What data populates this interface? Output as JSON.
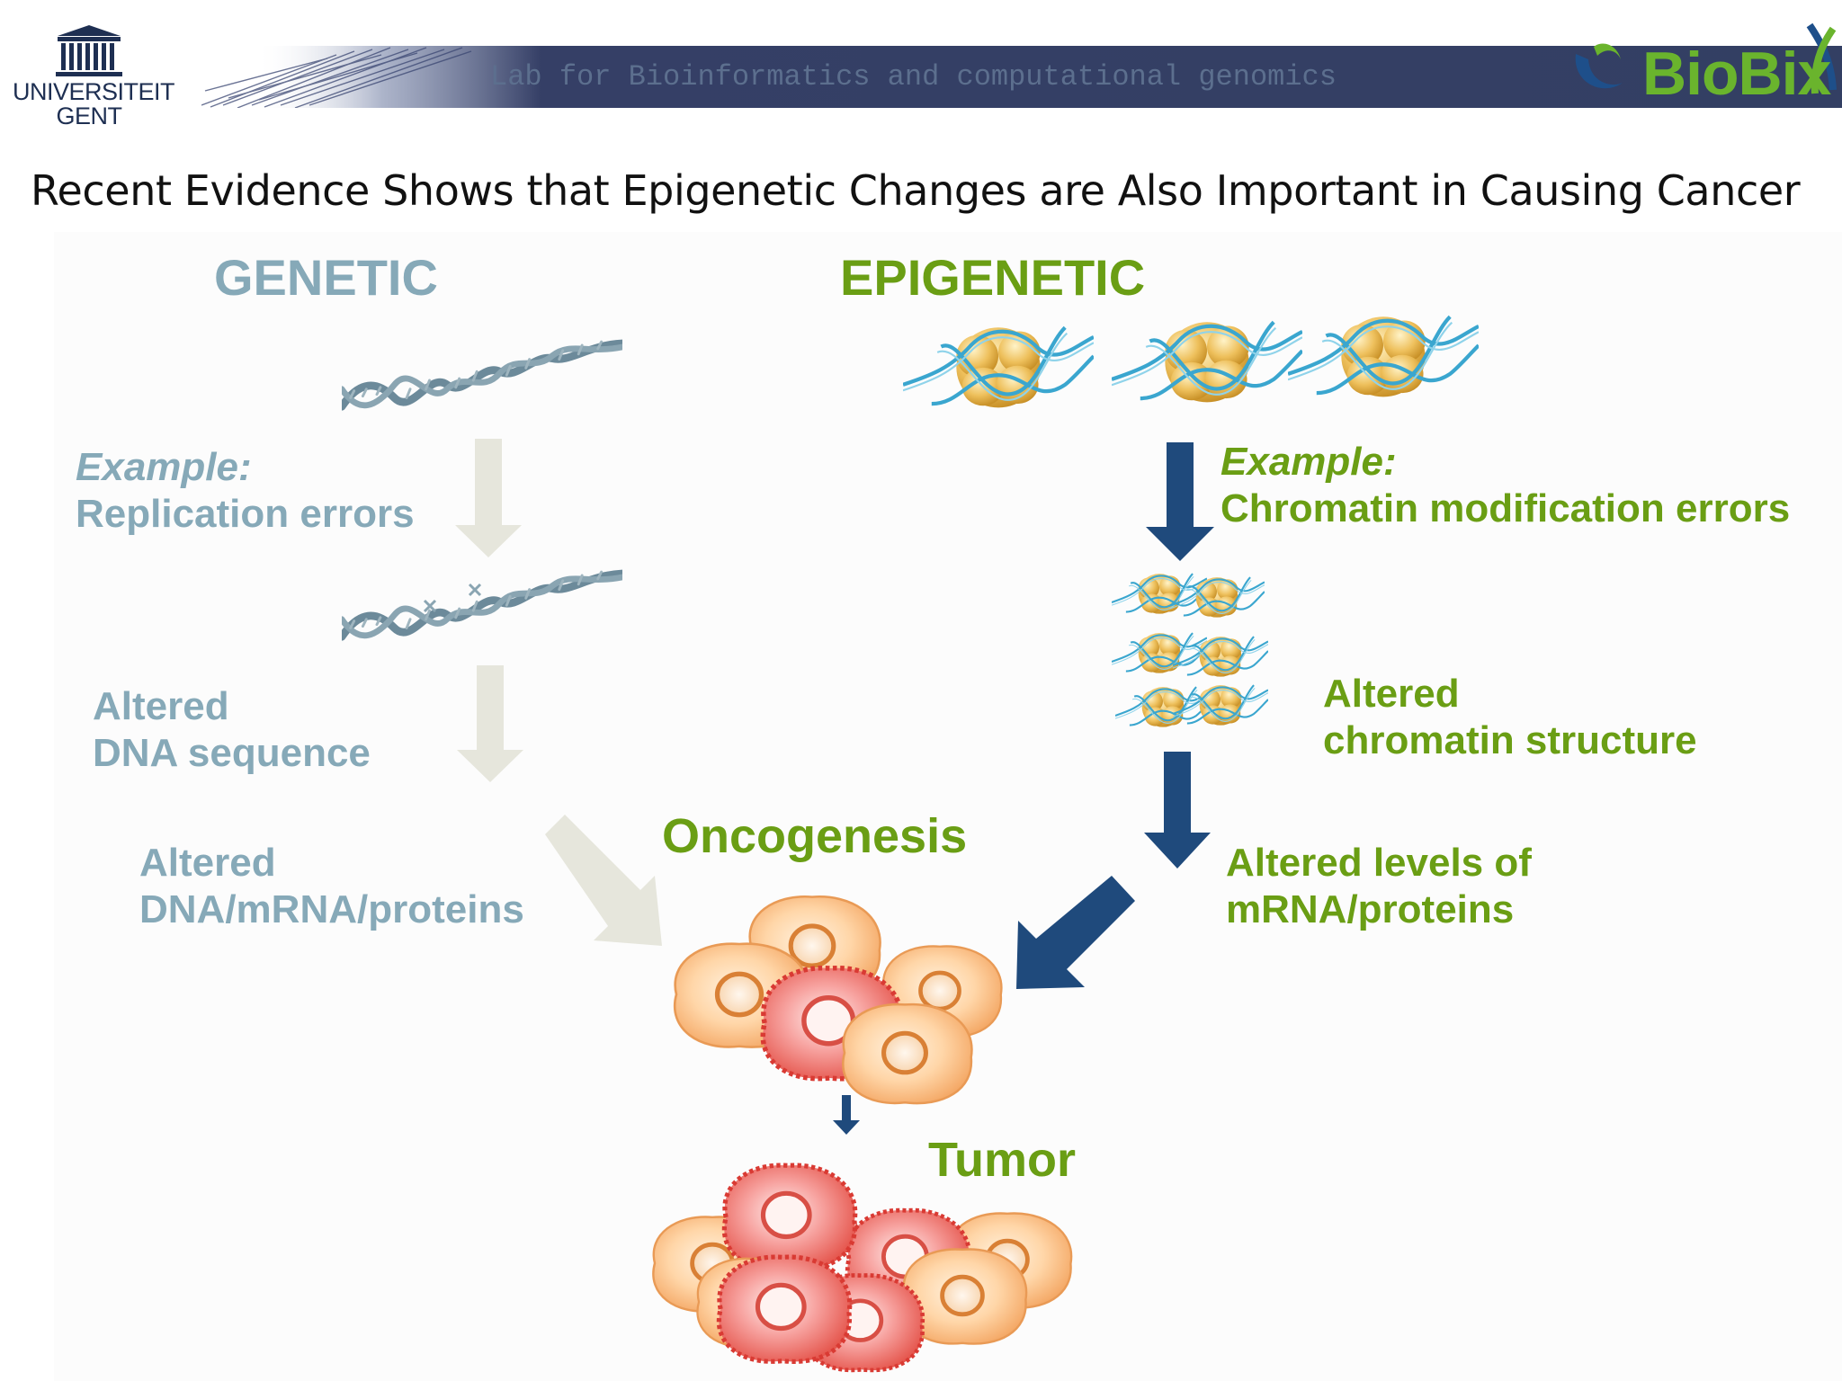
{
  "header": {
    "university_line1": "UNIVERSITEIT",
    "university_line2": "GENT",
    "lab_title": "Lab for Bioinformatics and computational genomics",
    "brand": "BioBix"
  },
  "slide": {
    "title": "Recent Evidence Shows that Epigenetic Changes are Also Important in Causing Cancer"
  },
  "genetic": {
    "heading": "GENETIC",
    "example_label": "Example:",
    "example_text": "Replication errors",
    "altered_1_line1": "Altered",
    "altered_1_line2": "DNA sequence",
    "altered_2_line1": "Altered",
    "altered_2_line2": "DNA/mRNA/proteins"
  },
  "epigenetic": {
    "heading": "EPIGENETIC",
    "example_label": "Example:",
    "example_text": "Chromatin modification errors",
    "altered_1_line1": "Altered",
    "altered_1_line2": "chromatin structure",
    "altered_2_line1": "Altered levels of",
    "altered_2_line2": "mRNA/proteins"
  },
  "outcome": {
    "oncogenesis": "Oncogenesis",
    "tumor": "Tumor"
  },
  "colors": {
    "genetic_text": "#86a9b8",
    "epigenetic_text": "#6a9e14",
    "arrow_dark": "#1f4a7c",
    "arrow_faded": "#e6e6dc",
    "header_band": "#333f63",
    "brand_green": "#6ab42d"
  },
  "icons": [
    "university-building-icon",
    "biobix-logo-icon",
    "dna-helix-icon",
    "nucleosome-icon",
    "chromatin-cluster-icon",
    "cell-icon"
  ]
}
